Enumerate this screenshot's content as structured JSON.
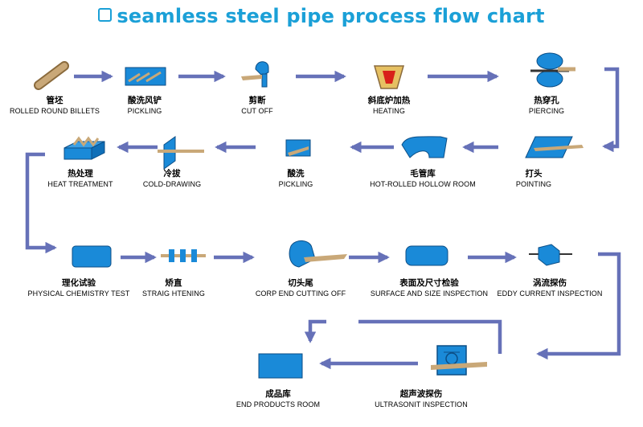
{
  "title": "seamless steel pipe process flow chart",
  "colors": {
    "title": "#1ba0d7",
    "connector": "#6671b8",
    "machine": "#1a8ad8",
    "material": "#c9a878"
  },
  "steps": [
    {
      "zh": "管坯",
      "en": "ROLLED ROUND BILLETS"
    },
    {
      "zh": "酸洗风铲",
      "en": "PICKLING"
    },
    {
      "zh": "剪断",
      "en": "CUT OFF"
    },
    {
      "zh": "斜底炉加热",
      "en": "HEATING"
    },
    {
      "zh": "热穿孔",
      "en": "PIERCING"
    },
    {
      "zh": "打头",
      "en": "POINTING"
    },
    {
      "zh": "毛管库",
      "en": "HOT-ROLLED HOLLOW ROOM"
    },
    {
      "zh": "酸洗",
      "en": "PICKLING"
    },
    {
      "zh": "冷拔",
      "en": "COLD-DRAWING"
    },
    {
      "zh": "热处理",
      "en": "HEAT TREATMENT"
    },
    {
      "zh": "理化试验",
      "en": "PHYSICAL CHEMISTRY TEST"
    },
    {
      "zh": "矫直",
      "en": "STRAIG HTENING"
    },
    {
      "zh": "切头尾",
      "en": "CORP END CUTTING OFF"
    },
    {
      "zh": "表面及尺寸检验",
      "en": "SURFACE AND SIZE INSPECTION"
    },
    {
      "zh": "涡流探伤",
      "en": "EDDY CURRENT INSPECTION"
    },
    {
      "zh": "超声波探伤",
      "en": "ULTRASONIT INSPECTION"
    },
    {
      "zh": "成品库",
      "en": "END PRODUCTS ROOM"
    }
  ]
}
